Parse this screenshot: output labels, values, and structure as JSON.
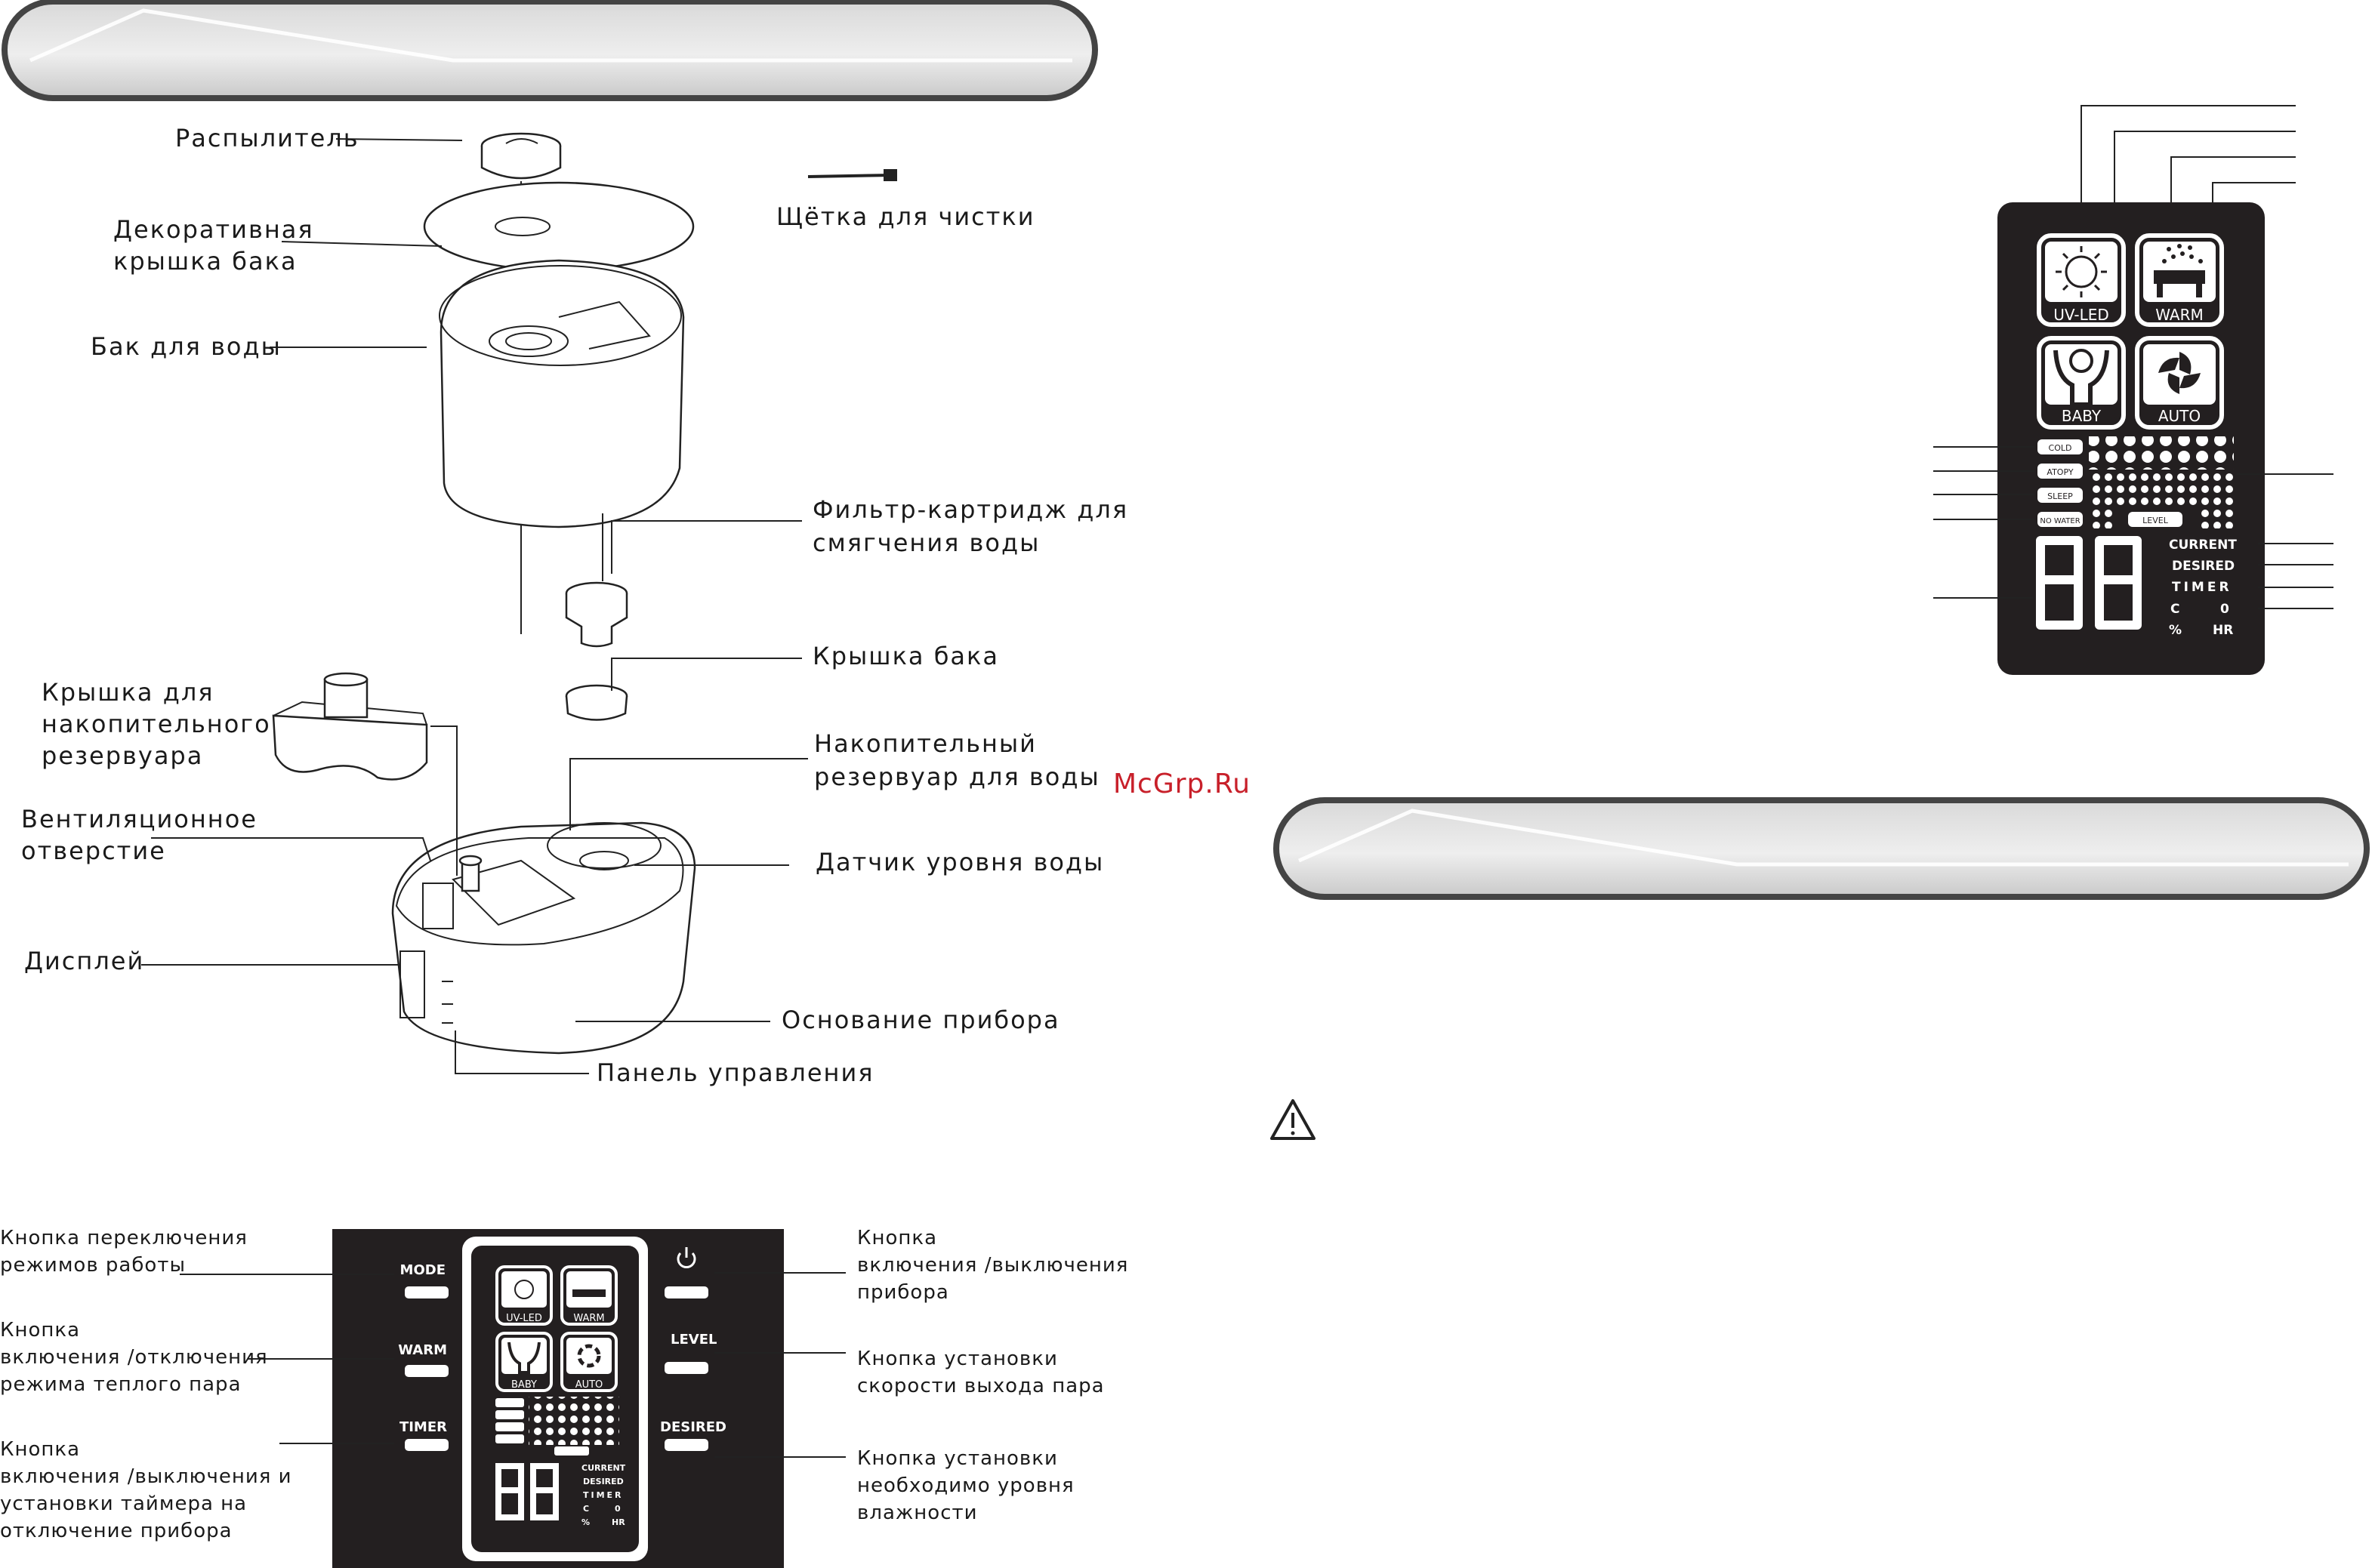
{
  "watermark": "McGrp.Ru",
  "parts": {
    "sprayer": "Распылитель",
    "brush": "Щётка  для  чистки",
    "deco_lid_1": "Декоративная",
    "deco_lid_2": "крышка  бака",
    "water_tank": "Бак  для  воды",
    "filter_1": "Фильтр-картридж  для",
    "filter_2": "смягчения   воды",
    "tank_cap": "Крышка  бака",
    "reservoir_lid_1": "Крышка  для",
    "reservoir_lid_2": "накопительного",
    "reservoir_lid_3": "резервуара",
    "reservoir_1": "Накопительный",
    "reservoir_2": "резервуар  для  воды",
    "vent_1": "Вентиляционное",
    "vent_2": "отверстие",
    "level_sensor": "Датчик  уровня  воды",
    "display": "Дисплей",
    "base": "Основание  прибора",
    "control_panel": "Панель  управления"
  },
  "display": {
    "uvled": "UV-LED",
    "warm": "WARM",
    "baby": "BABY",
    "auto": "AUTO",
    "cold": "COLD",
    "atopy": "ATOPY",
    "sleep": "SLEEP",
    "no_water": "NO WATER",
    "level": "LEVEL",
    "current": "CURRENT",
    "desired": "DESIRED",
    "timer": "TIMER",
    "c": "C",
    "zero": "0",
    "percent": "%",
    "hr": "HR",
    "digits": "88"
  },
  "panel": {
    "mode": "MODE",
    "warm": "WARM",
    "timer": "TIMER",
    "level": "LEVEL",
    "desired": "DESIRED",
    "power_icon": "power-icon"
  },
  "callouts": {
    "mode_1": "Кнопка  переключения",
    "mode_2": "режимов  работы",
    "warm_1": "Кнопка",
    "warm_2": "включения /отключения",
    "warm_3": "режима  теплого  пара",
    "timer_1": "Кнопка",
    "timer_2": "включения /выключения   и",
    "timer_3": "установки  таймера  на",
    "timer_4": "отключение   прибора",
    "power_1": "Кнопка",
    "power_2": "включения /выключения",
    "power_3": "прибора",
    "level_1": "Кнопка  установки",
    "level_2": "скорости  выхода  пара",
    "desired_1": "Кнопка  установки",
    "desired_2": "необходимо  уровня",
    "desired_3": "влажности"
  },
  "colors": {
    "panel_bg": "#231f20",
    "banner_fill": "#e8e8e8",
    "banner_stroke": "#444444",
    "watermark": "#c8202a"
  },
  "icons": [
    "warning-icon",
    "sun-icon",
    "steam-icon",
    "baby-icon",
    "fan-icon",
    "power-icon"
  ]
}
